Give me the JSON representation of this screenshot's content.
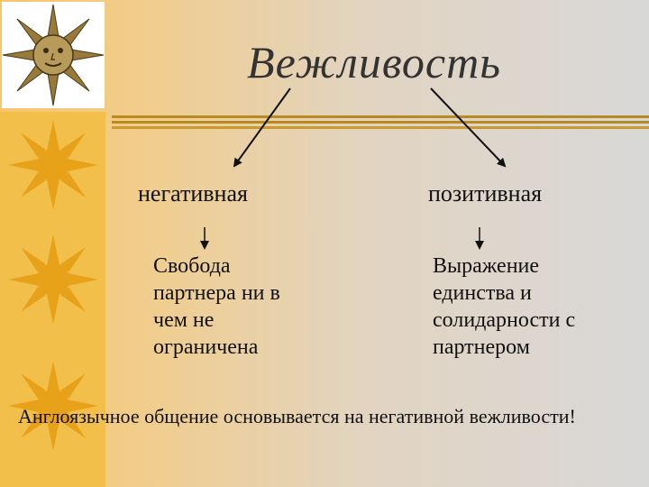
{
  "title": "Вежливость",
  "branches": [
    {
      "label": "негативная",
      "description": [
        "Свобода",
        "партнера ни в",
        "чем не",
        "ограничена"
      ]
    },
    {
      "label": "позитивная",
      "description": [
        "Выражение",
        "единства и",
        "солидарности с",
        "партнером"
      ]
    }
  ],
  "footer": "Англоязычное общение основывается на негативной вежливости!",
  "colors": {
    "left_strip": "#f2c04a",
    "rule": "#b98a20",
    "sun": "#e8a21a"
  }
}
